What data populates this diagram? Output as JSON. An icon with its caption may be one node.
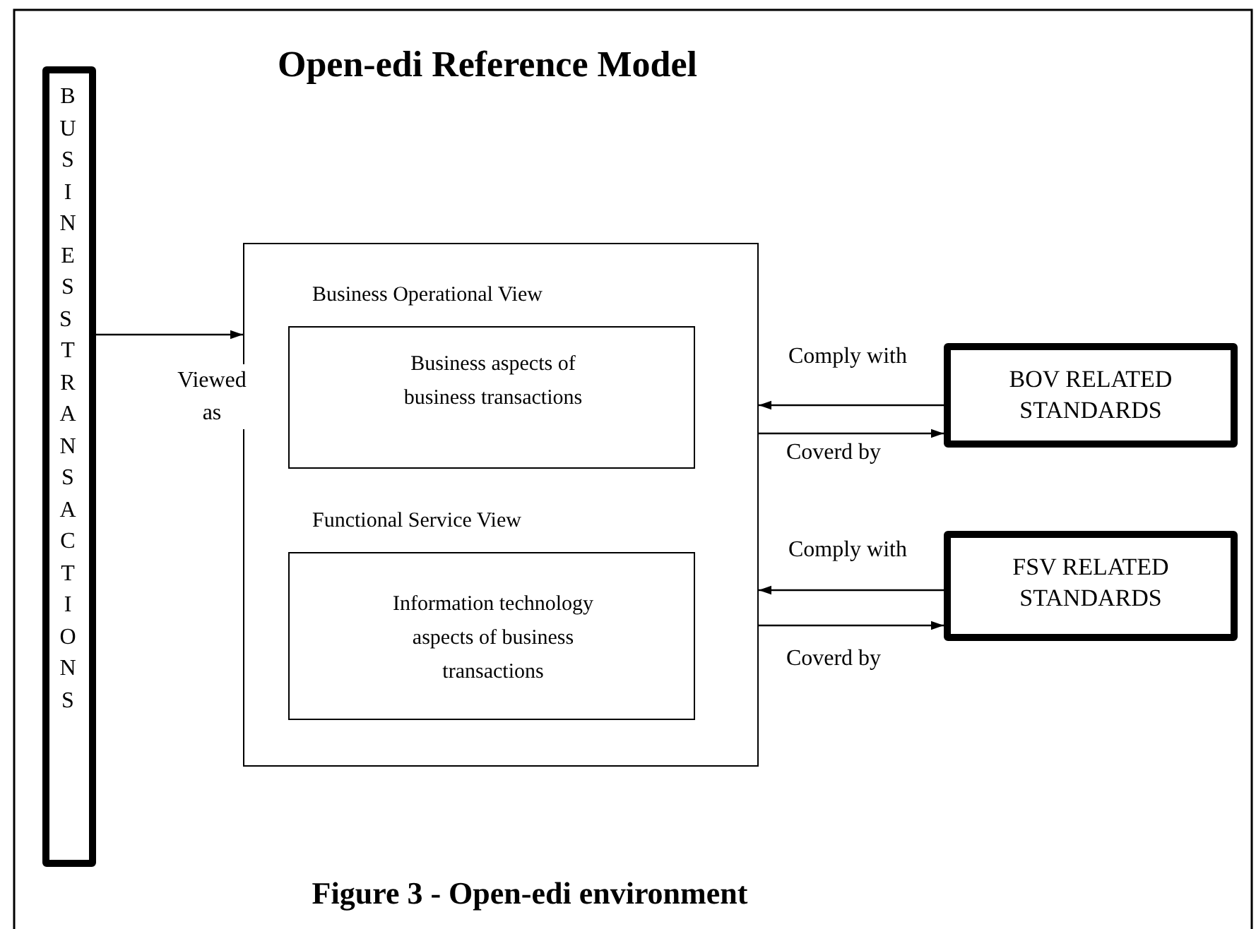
{
  "diagram": {
    "title": "Open-edi Reference Model",
    "caption": "Figure 3 - Open-edi environment",
    "nodes": [
      {
        "text": [
          "BUSINESS TRANSACTIONS"
        ]
      },
      {
        "text": [],
        "shape": "box"
      },
      {
        "text": [
          "Business Operational View",
          "Business aspects of business transactions"
        ],
        "in": 1
      },
      {
        "text": [
          "Functional Service View",
          "Information technology aspects of business transactions"
        ],
        "in": 1
      },
      {
        "text": [
          "BOV RELATED STANDARDS"
        ]
      },
      {
        "text": [
          "FSV RELATED STANDARDS"
        ]
      }
    ],
    "edges": [
      {
        "from": 0,
        "to": 1,
        "arrow": "to",
        "label": "Viewed as"
      },
      {
        "from": 4,
        "to": 1,
        "arrow": "to",
        "label": "Comply with"
      },
      {
        "from": 1,
        "to": 4,
        "arrow": "to",
        "label": "Coverd by"
      },
      {
        "from": 5,
        "to": 1,
        "arrow": "to",
        "label": "Comply with"
      },
      {
        "from": 1,
        "to": 5,
        "arrow": "to",
        "label": "Coverd by"
      }
    ]
  }
}
